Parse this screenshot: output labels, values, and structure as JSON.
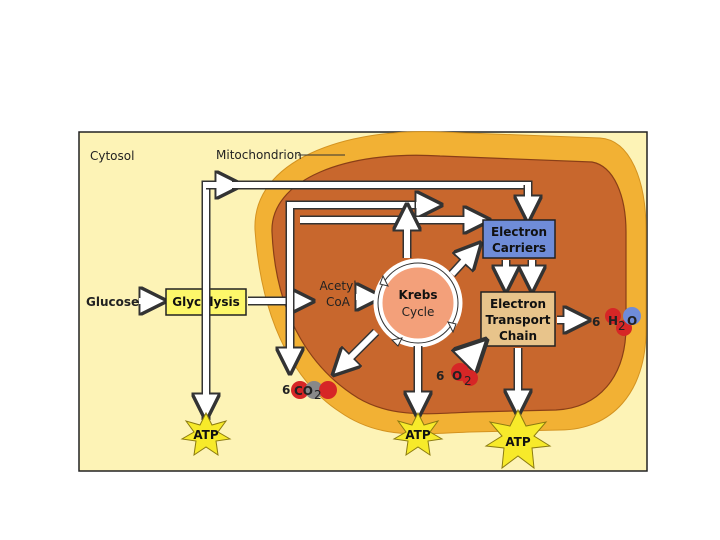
{
  "labels": {
    "cytosol": "Cytosol",
    "mitochondrion": "Mitochondrion",
    "glucose": "Glucose",
    "glycolysis": "Glycolysis",
    "acetyl_line1": "Acetyl",
    "acetyl_line2": "CoA",
    "krebs_line1": "Krebs",
    "krebs_line2": "Cycle",
    "carriers_line1": "Electron",
    "carriers_line2": "Carriers",
    "etc_line1": "Electron",
    "etc_line2": "Transport",
    "etc_line3": "Chain",
    "co2_coef": "6",
    "co2_formula": "CO",
    "co2_sub": "2",
    "o2_coef": "6",
    "o2_formula": "O",
    "o2_sub": "2",
    "h2o_coef": "6",
    "h2o_formula_a": "H",
    "h2o_sub": "2",
    "h2o_formula_b": "O",
    "atp": "ATP"
  },
  "colors": {
    "cytosol_bg": "#fdf3b6",
    "outer_membrane": "#f2b134",
    "matrix": "#c8672d",
    "glycolysis_box": "#fdf76a",
    "carriers_box": "#6f8cd8",
    "etc_box": "#e8c48b",
    "atp_star": "#f7ea2a",
    "molecule_red": "#d62626",
    "molecule_gray": "#888888",
    "arrow_fill": "#ffffff"
  }
}
